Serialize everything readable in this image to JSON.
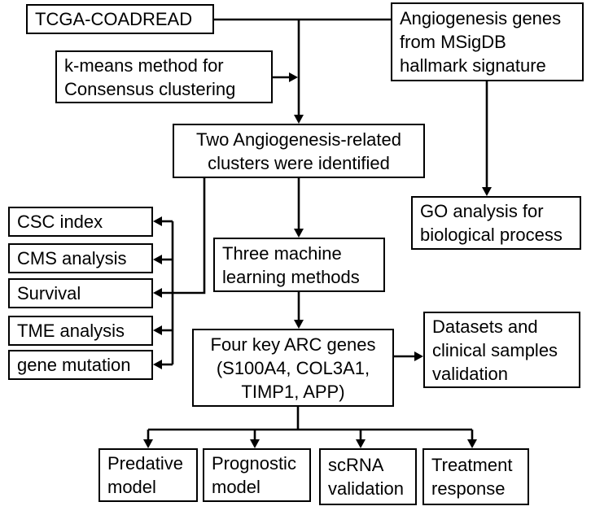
{
  "colors": {
    "box_border": "#000000",
    "box_background": "#ffffff",
    "text": "#000000",
    "line": "#000000",
    "page_background": "#ffffff"
  },
  "nodes": {
    "tcga": {
      "label": "TCGA-COADREAD"
    },
    "kmeans": {
      "label": "k-means method for\nConsensus clustering"
    },
    "msigdb": {
      "label": "Angiogenesis genes\nfrom MSigDB\nhallmark signature"
    },
    "clusters": {
      "label": "Two Angiogenesis-related\nclusters were identified"
    },
    "go_analysis": {
      "label": "GO analysis for\nbiological process"
    },
    "ml_methods": {
      "label": "Three machine\nlearning methods"
    },
    "csc": {
      "label": "CSC index"
    },
    "cms": {
      "label": "CMS analysis"
    },
    "survival": {
      "label": "Survival"
    },
    "tme": {
      "label": "TME analysis"
    },
    "gene_mutation": {
      "label": "gene mutation"
    },
    "arc_genes": {
      "label": "Four key ARC genes\n(S100A4, COL3A1,\nTIMP1, APP)"
    },
    "datasets": {
      "label": "Datasets and\nclinical samples\nvalidation"
    },
    "predative": {
      "label": "Predative\nmodel"
    },
    "prognostic": {
      "label": "Prognostic\nmodel"
    },
    "scrna": {
      "label": "scRNA\nvalidation"
    },
    "treatment": {
      "label": "Treatment\nresponse"
    }
  }
}
